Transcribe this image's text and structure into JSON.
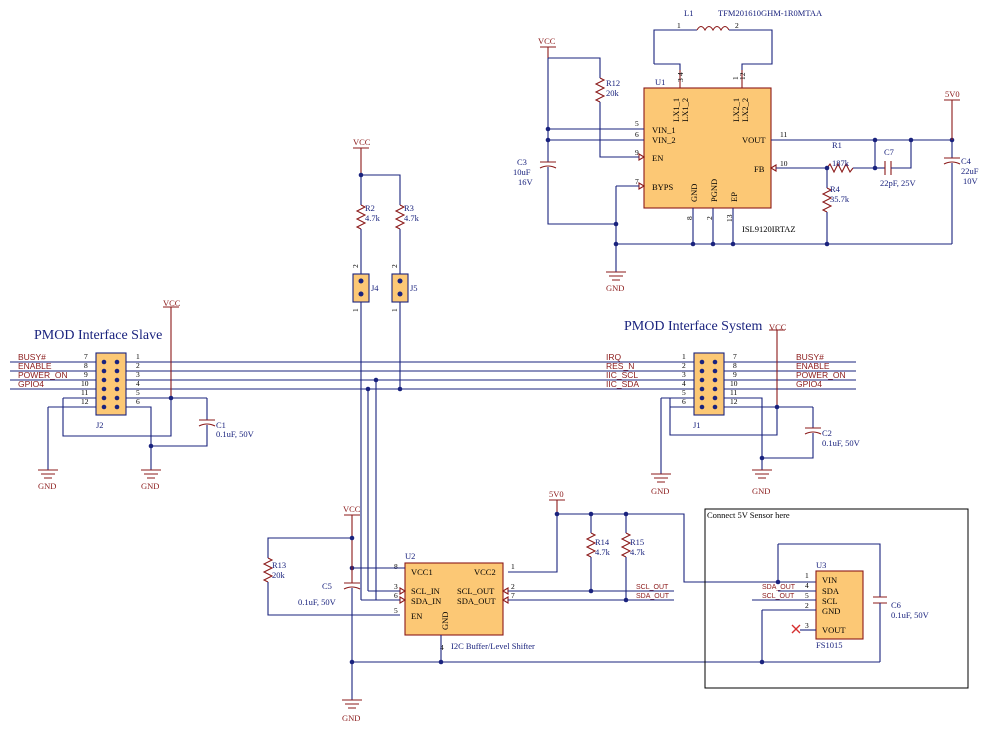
{
  "sections": {
    "pmod_slave": "PMOD Interface Slave",
    "pmod_system": "PMOD Interface System",
    "sensor_box": "Connect 5V Sensor here",
    "level_shifter": "I2C Buffer/Level Shifter"
  },
  "power": {
    "vcc": "VCC",
    "gnd": "GND",
    "v5": "5V0"
  },
  "nets": {
    "busy": "BUSY#",
    "enable": "ENABLE",
    "power_on": "POWER_ON",
    "gpio4": "GPIO4",
    "irq": "IRQ",
    "res_n": "RES_N",
    "iic_scl": "IIC_SCL",
    "iic_sda": "IIC_SDA",
    "scl_out": "SCL_OUT",
    "sda_out": "SDA_OUT"
  },
  "components": {
    "l1": {
      "ref": "L1",
      "value": "TFM201610GHM-1R0MTAA"
    },
    "u1": {
      "ref": "U1",
      "value": "ISL9120IRTAZ",
      "pins": {
        "lx1_1": "LX1_1",
        "lx1_2": "LX1_2",
        "lx2_1": "LX2_1",
        "lx2_2": "LX2_2",
        "vin1": "VIN_1",
        "vin2": "VIN_2",
        "en": "EN",
        "byps": "BYPS",
        "vout": "VOUT",
        "fb": "FB",
        "gnd": "GND",
        "pgnd": "PGND",
        "ep": "EP"
      }
    },
    "u2": {
      "ref": "U2",
      "pins": {
        "vcc1": "VCC1",
        "vcc2": "VCC2",
        "scl_in": "SCL_IN",
        "sda_in": "SDA_IN",
        "scl_out": "SCL_OUT",
        "sda_out": "SDA_OUT",
        "en": "EN",
        "gnd": "GND"
      }
    },
    "u3": {
      "ref": "U3",
      "value": "FS1015",
      "pins": {
        "vin": "VIN",
        "sda": "SDA",
        "scl": "SCL",
        "gnd": "GND",
        "vout": "VOUT"
      }
    },
    "r1": {
      "ref": "R1",
      "value": "187k"
    },
    "r2": {
      "ref": "R2",
      "value": "4.7k"
    },
    "r3": {
      "ref": "R3",
      "value": "4.7k"
    },
    "r4": {
      "ref": "R4",
      "value": "35.7k"
    },
    "r12": {
      "ref": "R12",
      "value": "20k"
    },
    "r13": {
      "ref": "R13",
      "value": "20k"
    },
    "r14": {
      "ref": "R14",
      "value": "4.7k"
    },
    "r15": {
      "ref": "R15",
      "value": "4.7k"
    },
    "c1": {
      "ref": "C1",
      "value": "0.1uF, 50V"
    },
    "c2": {
      "ref": "C2",
      "value": "0.1uF, 50V"
    },
    "c3": {
      "ref": "C3",
      "value": "10uF",
      "voltage": "16V"
    },
    "c4": {
      "ref": "C4",
      "value": "22uF",
      "voltage": "10V"
    },
    "c5": {
      "ref": "C5",
      "value": "0.1uF, 50V"
    },
    "c6": {
      "ref": "C6",
      "value": "0.1uF, 50V"
    },
    "c7": {
      "ref": "C7",
      "value": "22pF, 25V"
    },
    "j1": {
      "ref": "J1"
    },
    "j2": {
      "ref": "J2"
    },
    "j4": {
      "ref": "J4"
    },
    "j5": {
      "ref": "J5"
    }
  }
}
